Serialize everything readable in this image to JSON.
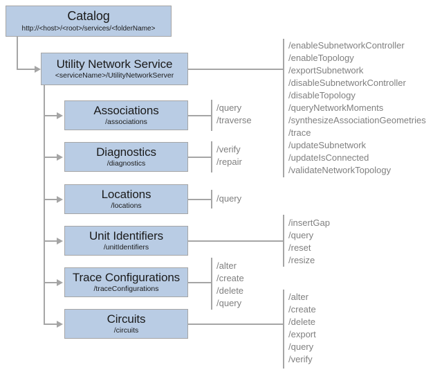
{
  "diagram": {
    "title": "Utility Network Service REST resource hierarchy",
    "colors": {
      "node_fill": "#b9cce4",
      "node_border": "#a5a5a5",
      "connector": "#a5a5a5",
      "operation_text": "#7f7f7f",
      "node_text": "#1a1a1a",
      "background": "#ffffff"
    }
  },
  "nodes": {
    "catalog": {
      "title": "Catalog",
      "path": "http://<host>/<root>/services/<folderName>"
    },
    "service": {
      "title": "Utility Network Service",
      "path": "<serviceName>/UtilityNetworkServer"
    },
    "associations": {
      "title": "Associations",
      "path": "/associations"
    },
    "diagnostics": {
      "title": "Diagnostics",
      "path": "/diagnostics"
    },
    "locations": {
      "title": "Locations",
      "path": "/locations"
    },
    "unit_identifiers": {
      "title": "Unit Identifiers",
      "path": "/unitIdentifiers"
    },
    "trace_configurations": {
      "title": "Trace Configurations",
      "path": "/traceConfigurations"
    },
    "circuits": {
      "title": "Circuits",
      "path": "/circuits"
    }
  },
  "operations": {
    "service": [
      "/enableSubnetworkController",
      "/enableTopology",
      "/exportSubnetwork",
      "/disableSubnetworkController",
      "/disableTopology",
      "/queryNetworkMoments",
      "/synthesizeAssociationGeometries",
      "/trace",
      "/updateSubnetwork",
      "/updateIsConnected",
      "/validateNetworkTopology"
    ],
    "associations": [
      "/query",
      "/traverse"
    ],
    "diagnostics": [
      "/verify",
      "/repair"
    ],
    "locations": [
      "/query"
    ],
    "unit_identifiers": [
      "/insertGap",
      "/query",
      "/reset",
      "/resize"
    ],
    "trace_configurations": [
      "/alter",
      "/create",
      "/delete",
      "/query"
    ],
    "circuits": [
      "/alter",
      "/create",
      "/delete",
      "/export",
      "/query",
      "/verify"
    ]
  }
}
